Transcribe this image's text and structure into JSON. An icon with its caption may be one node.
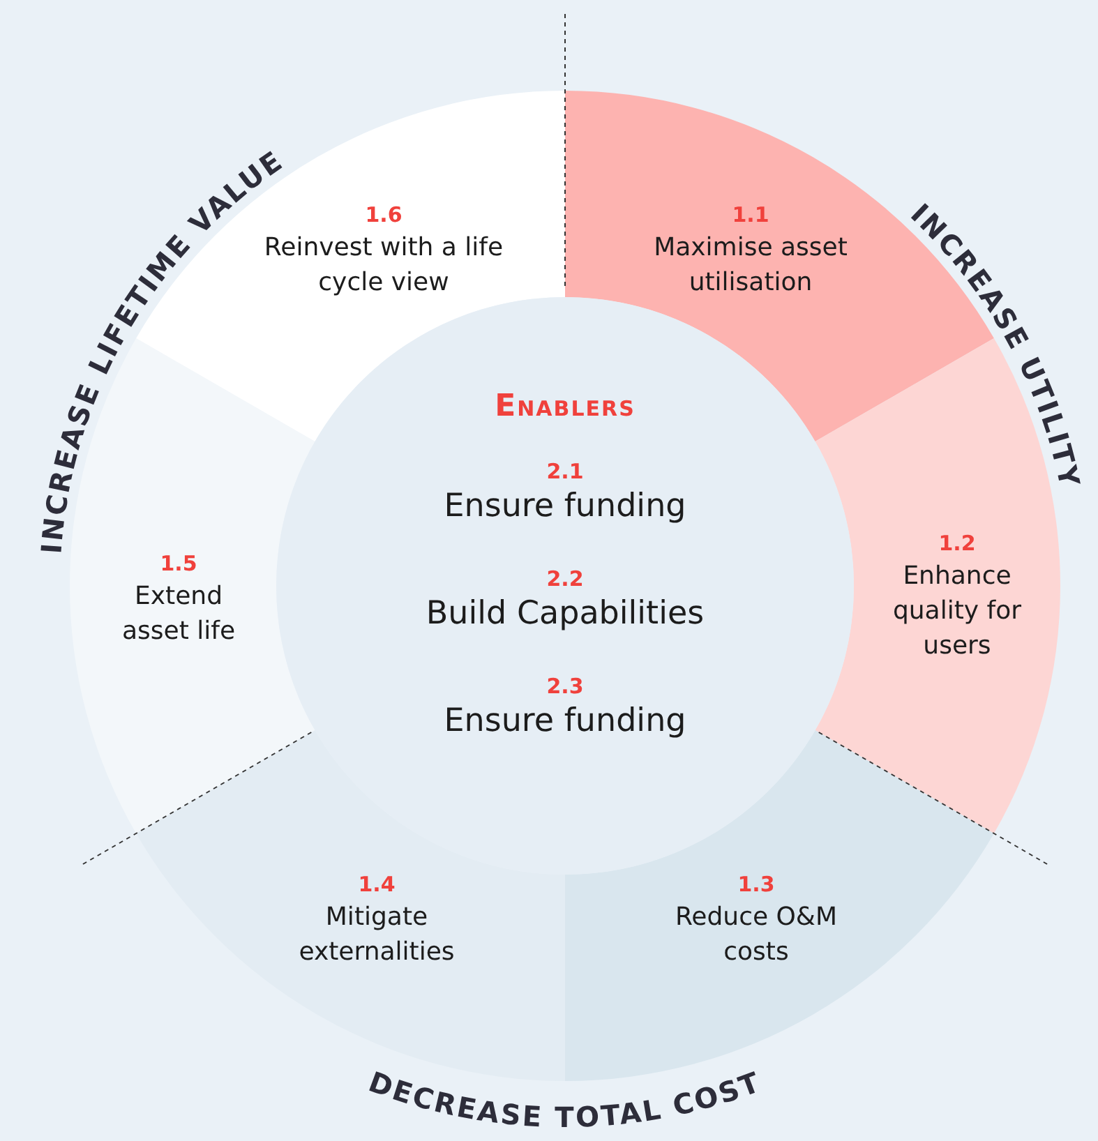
{
  "diagram": {
    "nodes": [
      {
        "text": [
          "Enablers"
        ]
      },
      {
        "text": [
          "2.1",
          "Ensure funding"
        ],
        "in": 0
      },
      {
        "text": [
          "2.2",
          "Build Capabilities"
        ],
        "in": 0
      },
      {
        "text": [
          "2.3",
          "Ensure funding"
        ],
        "in": 0
      },
      {
        "text": [
          "1.1",
          "Maximise asset utilisation"
        ]
      },
      {
        "text": [
          "1.2",
          "Enhance quality for users"
        ]
      },
      {
        "text": [
          "1.3",
          "Reduce O&M costs"
        ]
      },
      {
        "text": [
          "1.4",
          "Mitigate externalities"
        ]
      },
      {
        "text": [
          "1.5",
          "Extend asset life"
        ]
      },
      {
        "text": [
          "1.6",
          "Reinvest with a life cycle view"
        ]
      }
    ],
    "labels": [
      "INCREASE UTILITY",
      "DECREASE TOTAL COST",
      "INCREASE LIFETIME VALUE"
    ]
  }
}
